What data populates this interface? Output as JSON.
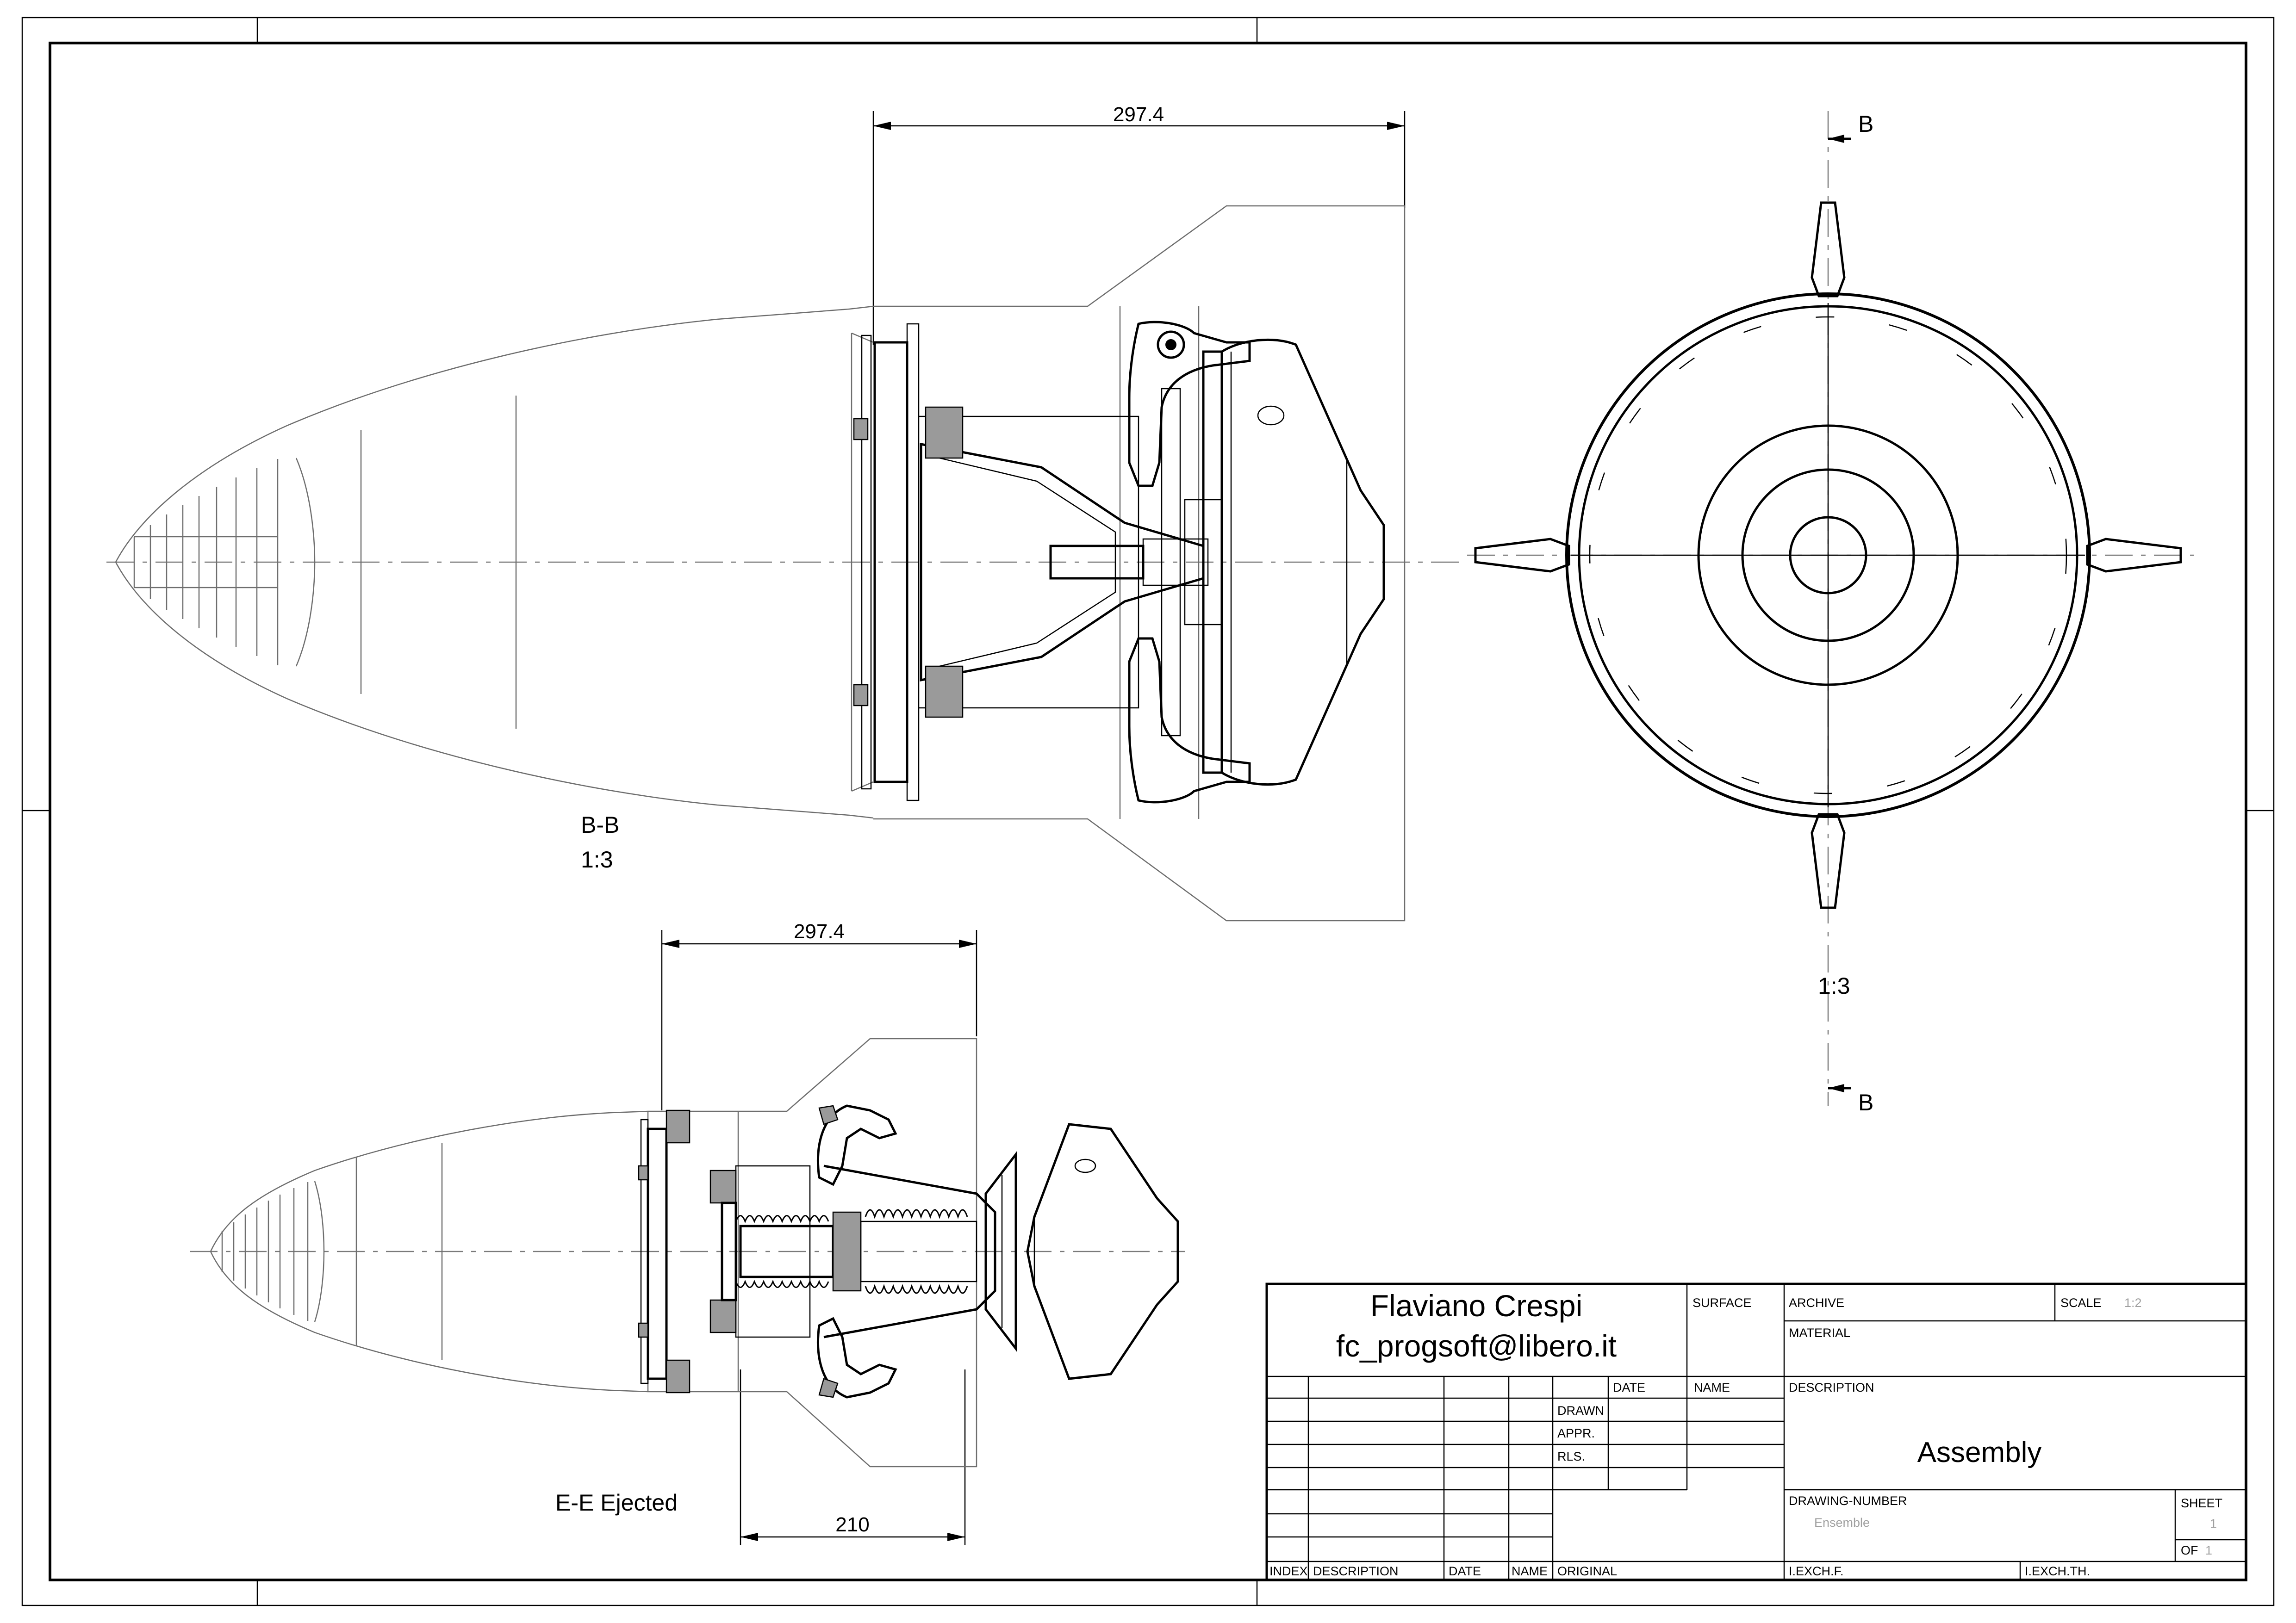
{
  "views": {
    "top_dimension": "297.4",
    "section_bb_label": "B-B",
    "section_bb_scale": "1:3",
    "front_view_scale": "1:3",
    "cut_marker_top": "B",
    "cut_marker_bottom": "B",
    "lower_dimension": "297.4",
    "ejected_label": "E-E  Ejected",
    "ejected_dimension": "210"
  },
  "title_block": {
    "author": "Flaviano Crespi",
    "email": "fc_progsoft@libero.it",
    "surface_label": "SURFACE",
    "archive_label": "ARCHIVE",
    "scale_label": "SCALE",
    "scale_value": "1:2",
    "material_label": "MATERIAL",
    "date_label": "DATE",
    "name_label": "NAME",
    "description_label": "DESCRIPTION",
    "drawn_label": "DRAWN",
    "appr_label": "APPR.",
    "rls_label": "RLS.",
    "title": "Assembly",
    "drawing_number_label": "DRAWING-NUMBER",
    "drawing_number_value": "Ensemble",
    "sheet_label": "SHEET",
    "sheet_value": "1",
    "of_label": "OF",
    "of_value": "1",
    "col_index": "INDEX",
    "col_description": "DESCRIPTION",
    "col_date": "DATE",
    "col_name": "NAME",
    "col_original": "ORIGINAL",
    "iexch_f": "I.EXCH.F.",
    "iexch_th": "I.EXCH.TH."
  }
}
